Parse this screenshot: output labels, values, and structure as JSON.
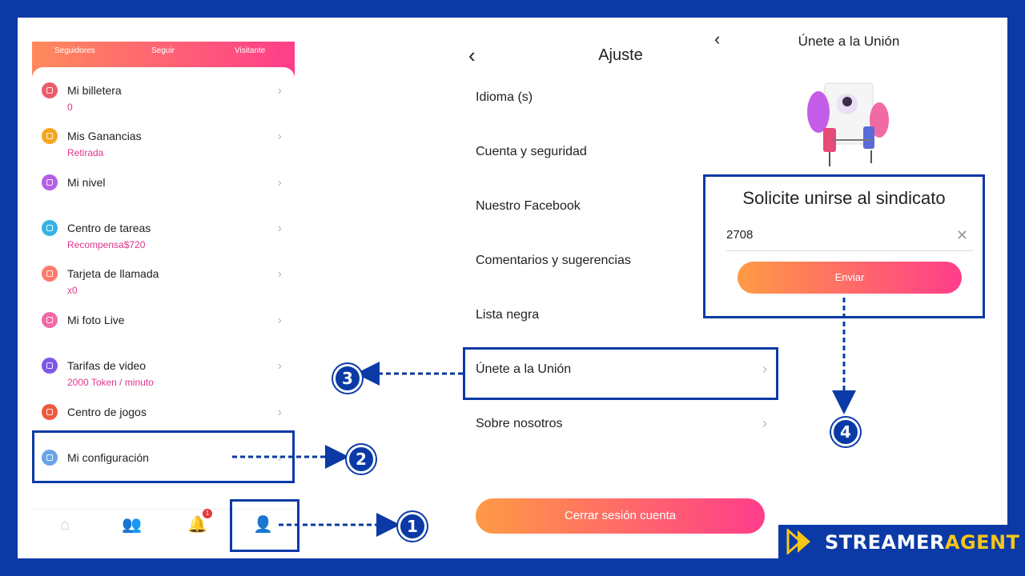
{
  "profile_panel": {
    "tabs": [
      "Seguidores",
      "Seguir",
      "Visitante"
    ],
    "menu": [
      {
        "label": "Mi billetera",
        "sub": "0",
        "color": "#ec5b6b",
        "icon": "wallet-icon"
      },
      {
        "label": "Mis Ganancias",
        "sub": "Retirada",
        "color": "#f5a623",
        "icon": "earnings-icon"
      },
      {
        "label": "Mi nivel",
        "sub": "",
        "color": "#b55ee8",
        "icon": "level-icon"
      },
      {
        "label": "Centro de tareas",
        "sub": "Recompensa$720",
        "color": "#34b3e4",
        "icon": "tasks-icon"
      },
      {
        "label": "Tarjeta de llamada",
        "sub": "x0",
        "color": "#ff7a6b",
        "icon": "call-card-icon"
      },
      {
        "label": "Mi foto Live",
        "sub": "",
        "color": "#f26aa5",
        "icon": "photo-icon"
      },
      {
        "label": "Tarifas de video",
        "sub": "2000 Token / minuto",
        "color": "#7e57e8",
        "icon": "video-icon"
      },
      {
        "label": "Centro de jogos",
        "sub": "",
        "color": "#ee5a3c",
        "icon": "game-icon"
      },
      {
        "label": "Mi configuración",
        "sub": "",
        "color": "#6aa3e8",
        "icon": "settings-icon"
      }
    ],
    "notification_badge": "1"
  },
  "settings_panel": {
    "title": "Ajuste",
    "items": [
      "Idioma (s)",
      "Cuenta y seguridad",
      "Nuestro Facebook",
      "Comentarios y sugerencias",
      "Lista negra",
      "Únete a la Unión",
      "Sobre nosotros"
    ],
    "logout_label": "Cerrar sesión cuenta"
  },
  "union_panel": {
    "title": "Únete a la Unión",
    "heading": "Solicite unirse al sindicato",
    "input_value": "2708",
    "send_label": "Enviar"
  },
  "annotations": {
    "steps": [
      "1",
      "2",
      "3",
      "4"
    ]
  },
  "brand": {
    "part1": "STREAMER",
    "part2": "AGENT",
    "color1": "#ffffff",
    "color2": "#f5c518"
  }
}
